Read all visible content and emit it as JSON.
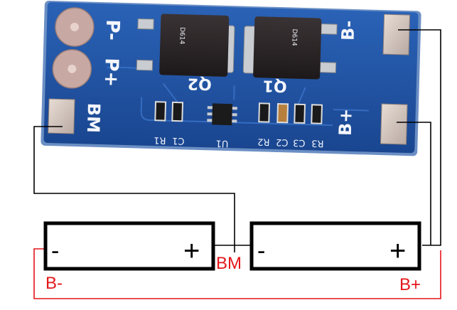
{
  "board": {
    "silk": {
      "p_minus": "P-",
      "p_plus": "P+",
      "bm": "BM",
      "b_minus": "B-",
      "b_plus": "B+",
      "q2": "Q2",
      "q1": "Q1",
      "r1": "R1",
      "c1": "C1",
      "u1": "U1",
      "r2": "R2",
      "c2": "C2",
      "c3": "C3",
      "r3": "R3"
    },
    "mosfet_marking": "D614",
    "colors": {
      "pcb": "#1f4f9c",
      "pad": "#d6c8c0",
      "chip": "#2a2426",
      "lead": "#c9ccd1"
    }
  },
  "batteries": [
    {
      "minus": "-",
      "plus": "+"
    },
    {
      "minus": "-",
      "plus": "+"
    }
  ],
  "labels": {
    "bm": "BM",
    "b_minus": "B-",
    "b_plus": "B+"
  },
  "colors": {
    "wire": "#000000",
    "wire_red": "#e4161b",
    "label_red": "#e4161b"
  }
}
